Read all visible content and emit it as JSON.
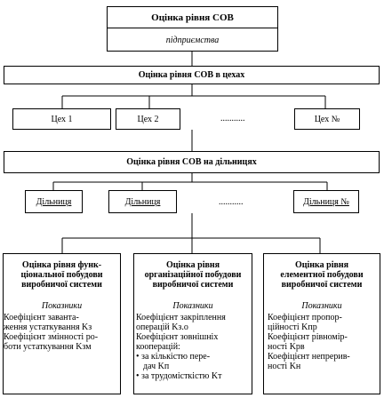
{
  "top": {
    "title": "Оцінка рівня СОВ",
    "subtitle": "підприємства"
  },
  "workshops": {
    "title": "Оцінка рівня СОВ в цехах",
    "items": [
      "Цех 1",
      "Цех 2",
      "Цех №"
    ],
    "dots": "..........."
  },
  "sections": {
    "title": "Оцінка рівня СОВ на дільницях",
    "items": [
      "Дільниця",
      "Дільниця",
      "Дільниця №"
    ],
    "dots": "..........."
  },
  "col1": {
    "title": [
      "Оцінка рівня функ-",
      "ціональної побудови",
      "виробничої системи"
    ],
    "pokaz": "Показники",
    "lines": [
      "Коефіцієнт заванта-",
      "ження устаткування Kз",
      "Коефіцієнт змінності ро-",
      "боти устаткування Kзм"
    ]
  },
  "col2": {
    "title": [
      "Оцінка рівня",
      "організаційної побудови",
      "виробничої системи"
    ],
    "pokaz": "Показники",
    "lines": [
      "Коефіцієнт закріплення",
      "операцій Kз.о",
      "Коефіцієнт зовнішніх",
      "кооперацій:",
      "• за кількістю пере-",
      "дач Kп",
      "• за трудомісткістю Kт"
    ]
  },
  "col3": {
    "title": [
      "Оцінка рівня",
      "елементної побудови",
      "виробничої системи"
    ],
    "pokaz": "Показники",
    "lines": [
      "Коефіцієнт пропор-",
      "ційності Kпр",
      "Коефіцієнт рівномір-",
      "ності Kрв",
      "Коефіцієнт непрерив-",
      "ності Kн"
    ]
  }
}
